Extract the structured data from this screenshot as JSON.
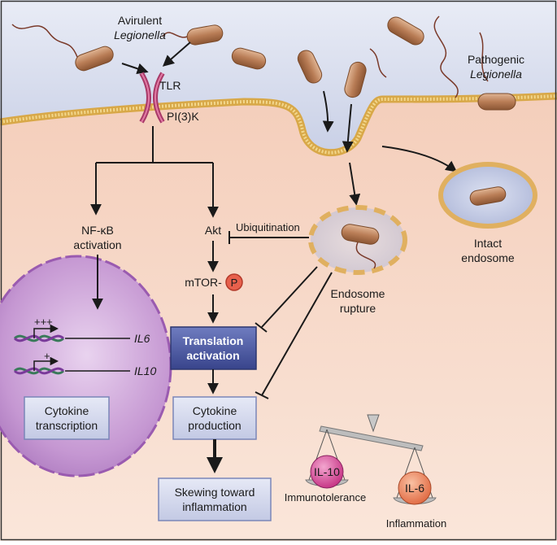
{
  "bacteria": {
    "avirulent_line1": "Avirulent",
    "avirulent_line2": "Legionella",
    "pathogenic_line1": "Pathogenic",
    "pathogenic_line2": "Legionella"
  },
  "receptor": {
    "tlr": "TLR",
    "pi3k": "PI(3)K"
  },
  "signaling": {
    "nfkb_line1": "NF-κB",
    "nfkb_line2": "activation",
    "akt": "Akt",
    "ubiquitination": "Ubiquitination",
    "mtor": "mTOR-",
    "phospho": "P"
  },
  "nucleus": {
    "il6_level": "+++",
    "il6_gene": "IL6",
    "il10_level": "+",
    "il10_gene": "IL10",
    "box_line1": "Cytokine",
    "box_line2": "transcription"
  },
  "boxes": {
    "translation_line1": "Translation",
    "translation_line2": "activation",
    "production_line1": "Cytokine",
    "production_line2": "production",
    "skewing_line1": "Skewing toward",
    "skewing_line2": "inflammation"
  },
  "endosomes": {
    "intact_line1": "Intact",
    "intact_line2": "endosome",
    "rupture_line1": "Endosome",
    "rupture_line2": "rupture"
  },
  "balance": {
    "left_ball": "IL-10",
    "right_ball": "IL-6",
    "left_label": "Immunotolerance",
    "right_label": "Inflammation"
  },
  "colors": {
    "cell": "#f8d9c8",
    "outside": "#d6dcee",
    "membrane": "#e8c26a",
    "nucleus": "#b07ac2",
    "box": "#d4d9ee",
    "box_dark": "#4a57a0",
    "bacterium": "#b9805a",
    "il10": "#d0418f",
    "il6": "#e8774e"
  }
}
